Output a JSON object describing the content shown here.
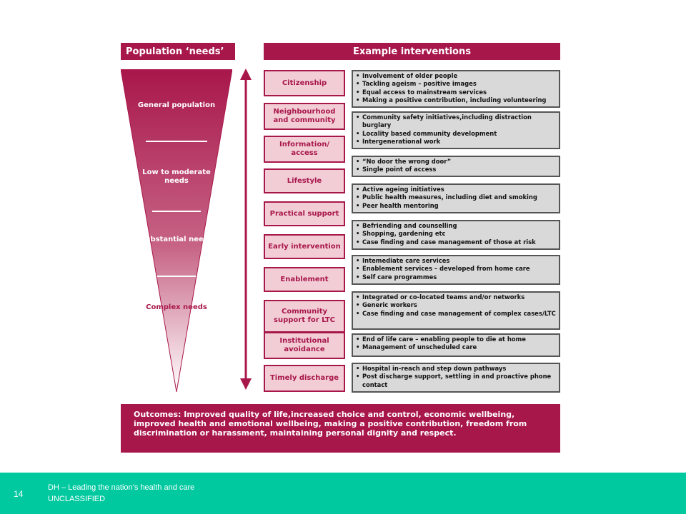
{
  "headers": {
    "left": "Population ‘needs’",
    "right": "Example interventions"
  },
  "levels": [
    "General population",
    "Low to moderate needs",
    "Substantial needs",
    "Complex needs"
  ],
  "interventions": [
    {
      "label": "Citizenship",
      "examples": [
        "Involvement of older people",
        "Tackling ageism – positive images",
        "Equal access to mainstream services",
        "Making a positive contribution, including volunteering"
      ]
    },
    {
      "label": "Neighbourhood and community",
      "examples": [
        "Community safety initiatives,including distraction burglary",
        "Locality based community development",
        "Intergenerational work"
      ]
    },
    {
      "label": "Information/ access",
      "examples": [
        "“No door the wrong door”",
        "Single point of access"
      ]
    },
    {
      "label": "Lifestyle",
      "examples": [
        "Active ageing initiatives",
        "Public health measures, including diet and smoking",
        "Peer health mentoring"
      ]
    },
    {
      "label": "Practical support",
      "examples": [
        "Befriending and counselling",
        "Shopping, gardening etc",
        "Case finding and case management of those at risk"
      ]
    },
    {
      "label": "Early intervention",
      "examples": [
        "Intemediate care services",
        "Enablement services – developed from home care",
        "Self care programmes"
      ]
    },
    {
      "label": "Enablement",
      "examples": [
        "Integrated or co-located teams and/or networks",
        "Generic workers",
        "Case finding and case management of complex cases/LTC"
      ]
    },
    {
      "label": "Community support for LTC",
      "examples": [
        "End of life care – enabling people to die at home",
        "Management of unscheduled care"
      ]
    },
    {
      "label": "Institutional avoidance",
      "examples": [
        "Hospital in-reach and step down pathways",
        "Post discharge support, settling in and proactive phone contact"
      ]
    },
    {
      "label": "Timely discharge",
      "examples": []
    }
  ],
  "outcomes": {
    "label": "Outcomes:",
    "text": " Improved quality of life,increased choice and control, economic wellbeing, improved health and emotional wellbeing, making a positive contribution, freedom from discrimination or harassment, maintaining personal dignity and respect."
  },
  "footer": {
    "page_number": "14",
    "line1": "DH – Leading the nation’s health and care",
    "line2": "UNCLASSIFIED"
  },
  "colors": {
    "brand": "#a8174a",
    "label_fill": "#f2cdd6",
    "example_fill": "#d9d9d9",
    "footer": "#00c9a0"
  }
}
